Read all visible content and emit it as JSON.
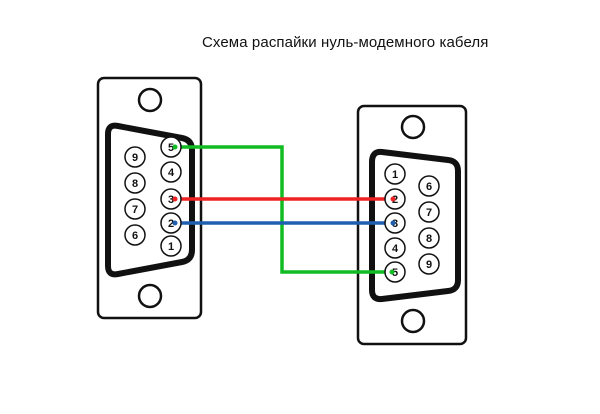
{
  "title": "Схема распайки нуль-модемного кабеля",
  "colors": {
    "green": "#11bb22",
    "red": "#ee2222",
    "blue": "#1f5fb0",
    "outline": "#111111",
    "background": "#ffffff"
  },
  "left_connector": {
    "pins": [
      {
        "id": "l1",
        "label": "1"
      },
      {
        "id": "l2",
        "label": "2"
      },
      {
        "id": "l3",
        "label": "3"
      },
      {
        "id": "l4",
        "label": "4"
      },
      {
        "id": "l5",
        "label": "5"
      },
      {
        "id": "l6",
        "label": "6"
      },
      {
        "id": "l7",
        "label": "7"
      },
      {
        "id": "l8",
        "label": "8"
      },
      {
        "id": "l9",
        "label": "9"
      }
    ]
  },
  "right_connector": {
    "pins": [
      {
        "id": "r1",
        "label": "1"
      },
      {
        "id": "r2",
        "label": "2"
      },
      {
        "id": "r3",
        "label": "3"
      },
      {
        "id": "r4",
        "label": "4"
      },
      {
        "id": "r5",
        "label": "5"
      },
      {
        "id": "r6",
        "label": "6"
      },
      {
        "id": "r7",
        "label": "7"
      },
      {
        "id": "r8",
        "label": "8"
      },
      {
        "id": "r9",
        "label": "9"
      }
    ]
  },
  "wires": [
    {
      "from": "left pin 5",
      "to": "right pin 5",
      "color": "green"
    },
    {
      "from": "left pin 3",
      "to": "right pin 2",
      "color": "red"
    },
    {
      "from": "left pin 2",
      "to": "right pin 3",
      "color": "blue"
    }
  ]
}
